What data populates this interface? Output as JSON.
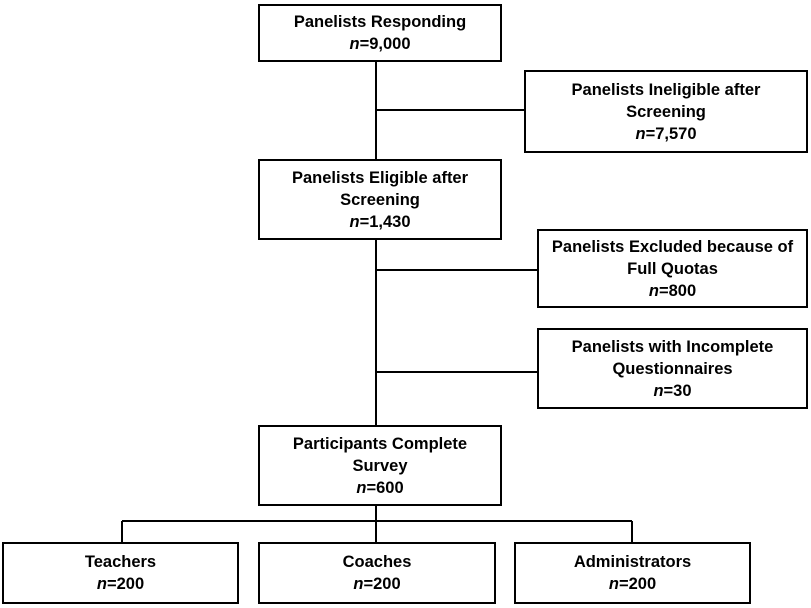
{
  "diagram": {
    "type": "flowchart",
    "nodes": {
      "responding": {
        "title": "Panelists Responding",
        "n_label": "n",
        "count": "=9,000"
      },
      "ineligible": {
        "title": "Panelists Ineligible after Screening",
        "n_label": "n",
        "count": "=7,570"
      },
      "eligible": {
        "title": "Panelists Eligible after Screening",
        "n_label": "n",
        "count": "=1,430"
      },
      "excluded": {
        "title": "Panelists Excluded because of Full Quotas",
        "n_label": "n",
        "count": "=800"
      },
      "incomplete": {
        "title": "Panelists with Incomplete Questionnaires",
        "n_label": "n",
        "count": "=30"
      },
      "complete": {
        "title": "Participants Complete Survey",
        "n_label": "n",
        "count": "=600"
      },
      "teachers": {
        "title": "Teachers",
        "n_label": "n",
        "count": "=200"
      },
      "coaches": {
        "title": "Coaches",
        "n_label": "n",
        "count": "=200"
      },
      "administrators": {
        "title": "Administrators",
        "n_label": "n",
        "count": "=200"
      }
    },
    "edges": [
      {
        "from": "responding",
        "to": "eligible"
      },
      {
        "from": "responding",
        "to": "ineligible"
      },
      {
        "from": "eligible",
        "to": "excluded"
      },
      {
        "from": "eligible",
        "to": "incomplete"
      },
      {
        "from": "eligible",
        "to": "complete"
      },
      {
        "from": "complete",
        "to": "teachers"
      },
      {
        "from": "complete",
        "to": "coaches"
      },
      {
        "from": "complete",
        "to": "administrators"
      }
    ],
    "line_color": "#000000",
    "box_border_color": "#000000"
  }
}
